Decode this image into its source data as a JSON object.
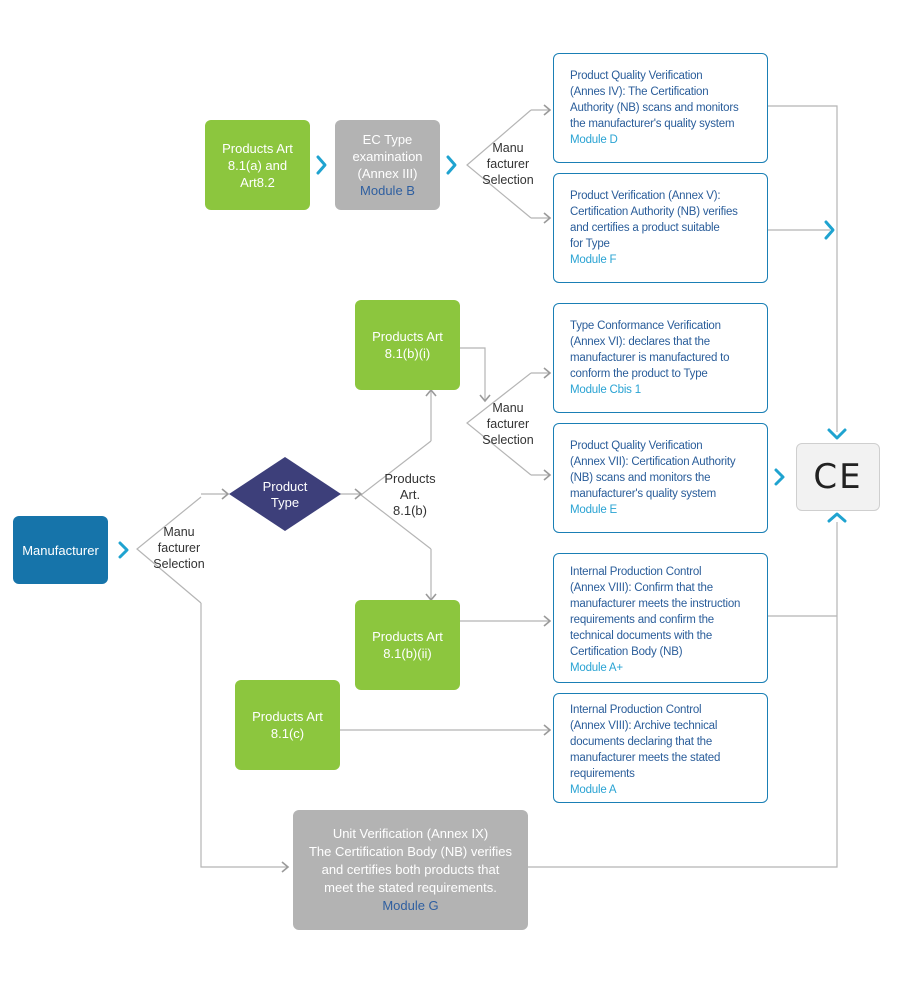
{
  "manufacturer": "Manufacturer",
  "selection_label": "Manu\nfacturer\nSelection",
  "product_type": "Product\nType",
  "art_81b_label": "Products\nArt.\n8.1(b)",
  "nodes": {
    "art81a": "Products Art\n8.1(a) and\nArt8.2",
    "ec_type": "EC Type\nexamination\n(Annex III)",
    "ec_type_module": "Module B",
    "art81bi": "Products Art\n8.1(b)(i)",
    "art81bii": "Products Art\n8.1(b)(ii)",
    "art81c": "Products Art\n8.1(c)",
    "unit_verification": "Unit Verification (Annex IX)\nThe Certification Body (NB) verifies\nand certifies both products that\nmeet the stated requirements.",
    "unit_verification_module": "Module G"
  },
  "modules": [
    {
      "text": "Product Quality Verification\n(Annes IV): The Certification\nAuthority (NB) scans and monitors\nthe manufacturer's quality system",
      "module": "Module D"
    },
    {
      "text": "Product Verification (Annex V):\nCertification Authority (NB) verifies\nand certifies a product suitable\nfor Type",
      "module": "Module F"
    },
    {
      "text": "Type Conformance Verification\n(Annex VI): declares that the\nmanufacturer is manufactured to\nconform the product to Type",
      "module": "Module Cbis 1"
    },
    {
      "text": "Product Quality Verification\n(Annex VII): Certification Authority\n(NB) scans and monitors the\nmanufacturer's quality system",
      "module": "Module E"
    },
    {
      "text": "Internal Production Control\n(Annex VIII): Confirm that the\nmanufacturer meets the instruction\nrequirements and confirm the\ntechnical documents with the\nCertification Body (NB)",
      "module": "Module A+"
    },
    {
      "text": "Internal Production Control\n(Annex VIII): Archive technical\ndocuments declaring that the\nmanufacturer meets the stated\nrequirements",
      "module": "Module A"
    }
  ],
  "ce_mark": "CE",
  "colors": {
    "green": "#8cc63e",
    "gray": "#b3b3b3",
    "blue": "#1674aa",
    "navy": "#3d3f7a",
    "accent": "#1fa3d0",
    "line": "#b5b5b5"
  }
}
